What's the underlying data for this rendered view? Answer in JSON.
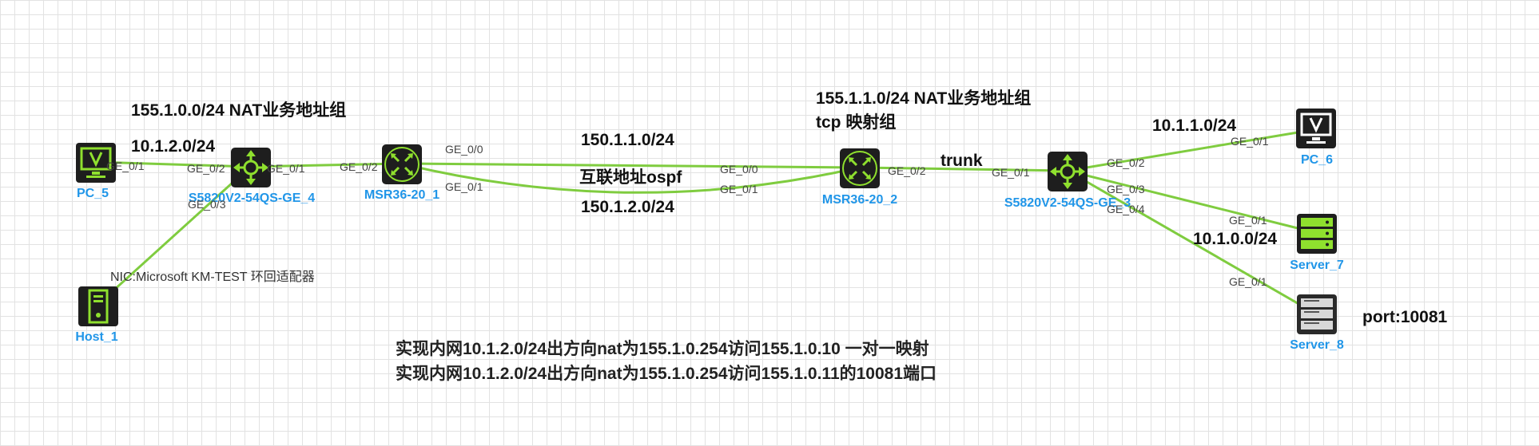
{
  "colors": {
    "link": "#7fcc3f",
    "label": "#2196e8",
    "icon_bg": "#1e1e1e",
    "icon_green": "#8fe02e"
  },
  "nodes": {
    "pc5": {
      "label": "PC_5",
      "type": "pc",
      "icon": "monitor-icon"
    },
    "sw4": {
      "label": "S5820V2-54QS-GE_4",
      "type": "switch",
      "icon": "l3-switch-icon"
    },
    "host1": {
      "label": "Host_1",
      "type": "host",
      "icon": "host-tower-icon"
    },
    "msr1": {
      "label": "MSR36-20_1",
      "type": "router",
      "icon": "router-icon"
    },
    "msr2": {
      "label": "MSR36-20_2",
      "type": "router",
      "icon": "router-icon"
    },
    "sw3": {
      "label": "S5820V2-54QS-GE_3",
      "type": "switch",
      "icon": "l3-switch-icon"
    },
    "pc6": {
      "label": "PC_6",
      "type": "pc",
      "icon": "monitor-icon"
    },
    "server7": {
      "label": "Server_7",
      "type": "server",
      "icon": "server-icon"
    },
    "server8": {
      "label": "Server_8",
      "type": "server",
      "icon": "server-icon"
    }
  },
  "ports": {
    "pc5_ge01": "GE_0/1",
    "sw4_ge02": "GE_0/2",
    "sw4_ge01": "GE_0/1",
    "sw4_ge03": "GE_0/3",
    "msr1_ge02": "GE_0/2",
    "msr1_ge00": "GE_0/0",
    "msr1_ge01": "GE_0/1",
    "msr2_ge00": "GE_0/0",
    "msr2_ge01": "GE_0/1",
    "msr2_ge02": "GE_0/2",
    "sw3_ge01": "GE_0/1",
    "sw3_ge02": "GE_0/2",
    "sw3_ge03": "GE_0/3",
    "sw3_ge04": "GE_0/4",
    "pc6_ge01": "GE_0/1",
    "server7_ge01": "GE_0/1",
    "server8_ge01": "GE_0/1"
  },
  "annotations": {
    "nat_group_left": "155.1.0.0/24 NAT业务地址组",
    "subnet_left": "10.1.2.0/24",
    "link1_subnet": "150.1.1.0/24",
    "interconnect_ospf": "互联地址ospf",
    "link2_subnet": "150.1.2.0/24",
    "nat_group_right": "155.1.1.0/24 NAT业务地址组",
    "tcp_map_group": "tcp 映射组",
    "trunk": "trunk",
    "subnet_pc6": "10.1.1.0/24",
    "subnet_servers": "10.1.0.0/24",
    "port_note": "port:10081",
    "nic_label": "NIC:Microsoft KM-TEST 环回适配器"
  },
  "notes": {
    "line1": "实现内网10.1.2.0/24出方向nat为155.1.0.254访问155.1.0.10 一对一映射",
    "line2": "实现内网10.1.2.0/24出方向nat为155.1.0.254访问155.1.0.11的10081端口"
  }
}
